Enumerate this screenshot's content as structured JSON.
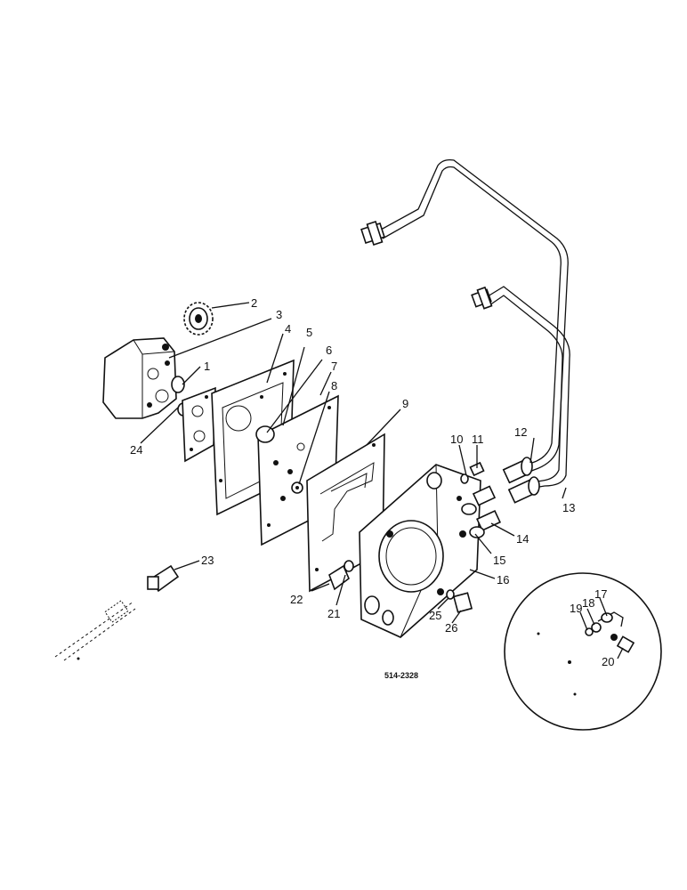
{
  "drawing_code": "514-2328",
  "callouts": [
    "1",
    "2",
    "3",
    "4",
    "5",
    "6",
    "7",
    "8",
    "9",
    "10",
    "11",
    "12",
    "13",
    "14",
    "15",
    "16",
    "17",
    "18",
    "19",
    "20",
    "21",
    "22",
    "23",
    "24",
    "25",
    "26"
  ],
  "detail_callouts": [
    "17",
    "18",
    "19",
    "20"
  ]
}
